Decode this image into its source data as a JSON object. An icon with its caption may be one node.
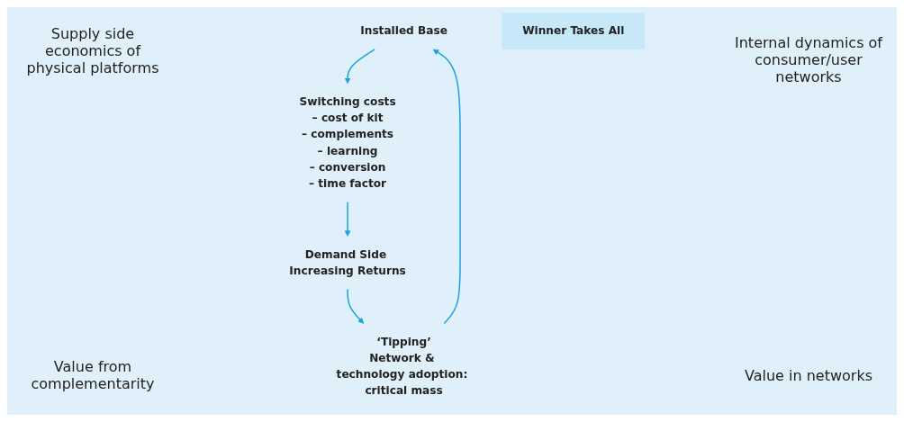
{
  "diagram": {
    "nodes": [
      {
        "text": [
          "Installed Base"
        ]
      },
      {
        "text": [
          "Switching costs"
        ],
        "beside": [
          "– cost of kit",
          "– complements",
          "– learning",
          "– conversion",
          "– time factor"
        ]
      },
      {
        "text": [
          "Demand Side Increasing Returns"
        ]
      },
      {
        "text": [
          "‘Tipping’"
        ],
        "beside": [
          "Network & technology adoption: critical mass"
        ]
      },
      {
        "text": [
          "Winner Takes All"
        ]
      }
    ],
    "edges": [
      {
        "from": 3,
        "to": 0,
        "arrow": "to"
      },
      {
        "from": 0,
        "to": 1,
        "arrow": "to"
      },
      {
        "from": 1,
        "to": 2,
        "arrow": "to"
      },
      {
        "from": 2,
        "to": 3,
        "arrow": "to"
      }
    ],
    "labels": [
      "Supply side economics of physical platforms",
      "Internal dynamics of consumer/user networks",
      "Value from complementarity",
      "Value in networks"
    ]
  }
}
